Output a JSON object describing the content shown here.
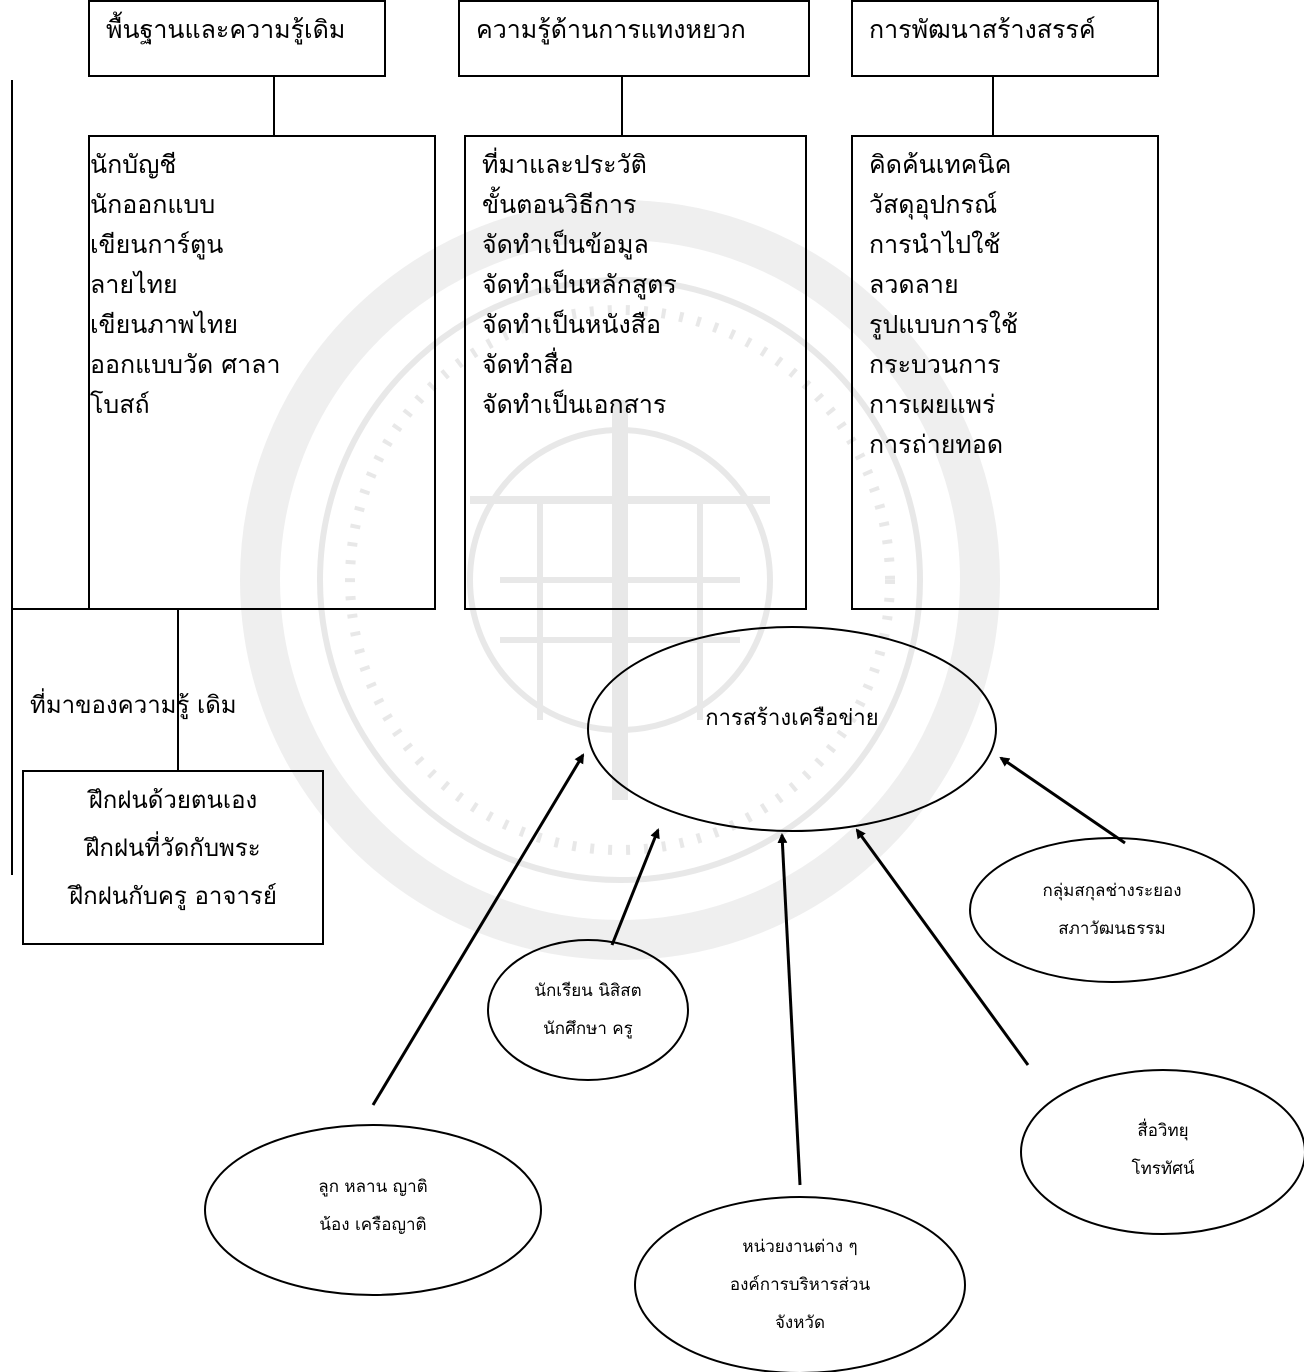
{
  "col1": {
    "header": "พื้นฐานและความรู้เดิม",
    "items": [
      "นักบัญชี",
      "นักออกแบบ",
      "เขียนการ์ตูน",
      "ลายไทย",
      "เขียนภาพไทย",
      "ออกแบบวัด ศาลา",
      "โบสถ์"
    ]
  },
  "col2": {
    "header": "ความรู้ด้านการแทงหยวก",
    "items": [
      "ที่มาและประวัติ",
      "ขั้นตอนวิธีการ",
      "จัดทำเป็นข้อมูล",
      "จัดทำเป็นหลักสูตร",
      "จัดทำเป็นหนังสือ",
      "จัดทำสื่อ",
      "จัดทำเป็นเอกสาร"
    ]
  },
  "col3": {
    "header": "การพัฒนาสร้างสรรค์",
    "items": [
      "คิดค้นเทคนิค",
      "วัสดุอุปกรณ์",
      "การนำไปใช้",
      "ลวดลาย",
      "รูปแบบการใช้",
      "กระบวนการ",
      "การเผยแพร่",
      "การถ่ายทอด"
    ]
  },
  "source": {
    "label": "ที่มาของความรู้ เดิม",
    "items": [
      "ฝึกฝนด้วยตนเอง",
      "ฝึกฝนที่วัดกับพระ",
      "ฝึกฝนกับครู อาจารย์"
    ]
  },
  "network": {
    "center": "การสร้างเครือข่าย",
    "nodes": [
      {
        "lines": [
          "กลุ่มสกุลช่างระยอง",
          "สภาวัฒนธรรม"
        ]
      },
      {
        "lines": [
          "นักเรียน นิสิสต",
          "นักศึกษา   ครู"
        ]
      },
      {
        "lines": [
          "สื่อวิทยุ",
          "โทรทัศน์"
        ]
      },
      {
        "lines": [
          "ลูก  หลาน ญาติ",
          "น้อง  เครือญาติ"
        ]
      },
      {
        "lines": [
          "หน่วยงานต่าง ๆ",
          "องค์การบริหารส่วน",
          "จังหวัด"
        ]
      }
    ]
  }
}
